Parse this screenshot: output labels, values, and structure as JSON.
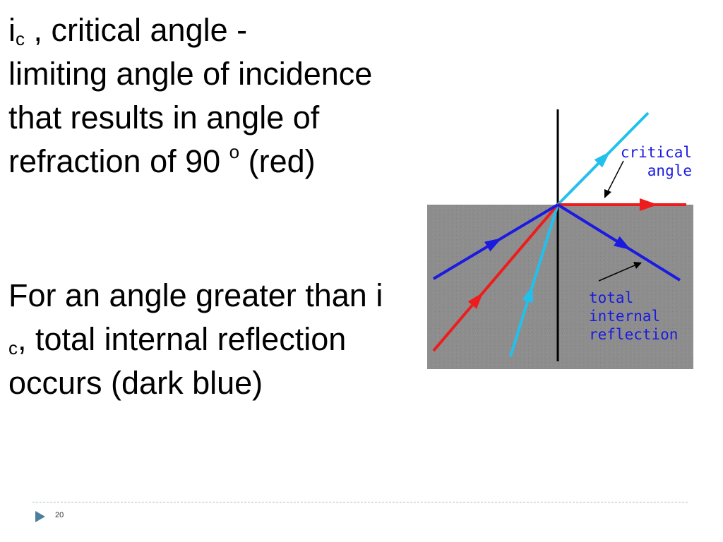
{
  "slide": {
    "para1": {
      "var": "i",
      "sub": "c",
      "line1_rest": " , critical angle -",
      "rest": "limiting angle of incidence that results in angle of refraction of 90 ",
      "sup": "o",
      "tail": " (red)"
    },
    "para2": {
      "lead": "For an angle greater than i ",
      "sub": "c",
      "rest": ", total internal reflection occurs (dark blue)"
    },
    "page_number": "20"
  },
  "diagram": {
    "labels": {
      "critical_line1": "critical",
      "critical_line2": "angle",
      "tir_line1": "total",
      "tir_line2": "internal",
      "tir_line3": "reflection"
    },
    "colors": {
      "medium": "#8c8c8c",
      "normal": "#000000",
      "refracted": "#22c0ec",
      "critical": "#ee1c1c",
      "tir": "#1a1ae0",
      "label": "#1a1ae0"
    }
  }
}
